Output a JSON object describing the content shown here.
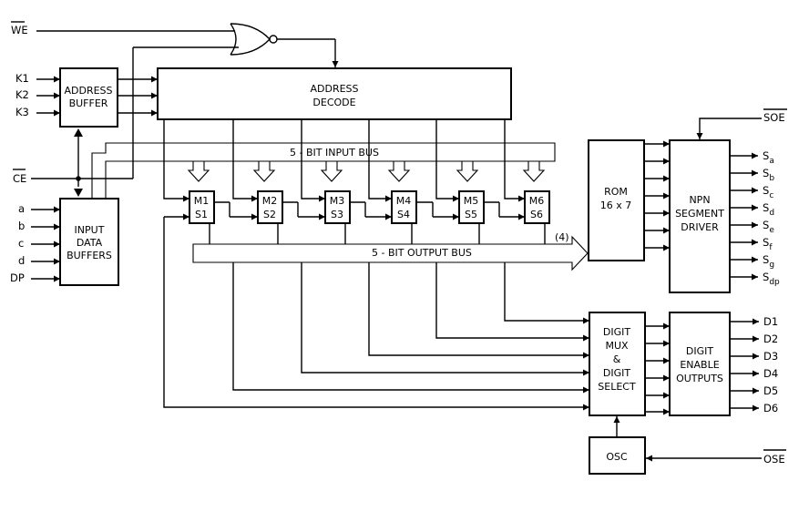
{
  "inputs": {
    "we": "WE",
    "ce": "CE",
    "k": [
      "K1",
      "K2",
      "K3"
    ],
    "data": [
      "a",
      "b",
      "c",
      "d",
      "DP"
    ],
    "soe": "SOE",
    "ose": "OSE"
  },
  "blocks": {
    "address_buffer": [
      "ADDRESS",
      "BUFFER"
    ],
    "address_decode": [
      "ADDRESS",
      "DECODE"
    ],
    "input_data_buffers": [
      "INPUT",
      "DATA",
      "BUFFERS"
    ],
    "rom": [
      "ROM",
      "16 x 7"
    ],
    "npn_driver": [
      "NPN",
      "SEGMENT",
      "DRIVER"
    ],
    "digit_mux": [
      "DIGIT",
      "MUX",
      "&",
      "DIGIT",
      "SELECT"
    ],
    "digit_enable": [
      "DIGIT",
      "ENABLE",
      "OUTPUTS"
    ],
    "osc": "OSC"
  },
  "memory_cells": [
    {
      "m": "M1",
      "s": "S1"
    },
    {
      "m": "M2",
      "s": "S2"
    },
    {
      "m": "M3",
      "s": "S3"
    },
    {
      "m": "M4",
      "s": "S4"
    },
    {
      "m": "M5",
      "s": "S5"
    },
    {
      "m": "M6",
      "s": "S6"
    }
  ],
  "buses": {
    "input": "5 - BIT INPUT BUS",
    "output": "5 - BIT OUTPUT BUS",
    "rom_width": "(4)"
  },
  "segment_outputs": [
    {
      "base": "S",
      "sub": "a"
    },
    {
      "base": "S",
      "sub": "b"
    },
    {
      "base": "S",
      "sub": "c"
    },
    {
      "base": "S",
      "sub": "d"
    },
    {
      "base": "S",
      "sub": "e"
    },
    {
      "base": "S",
      "sub": "f"
    },
    {
      "base": "S",
      "sub": "g"
    },
    {
      "base": "S",
      "sub": "dp"
    }
  ],
  "digit_outputs": [
    "D1",
    "D2",
    "D3",
    "D4",
    "D5",
    "D6"
  ]
}
